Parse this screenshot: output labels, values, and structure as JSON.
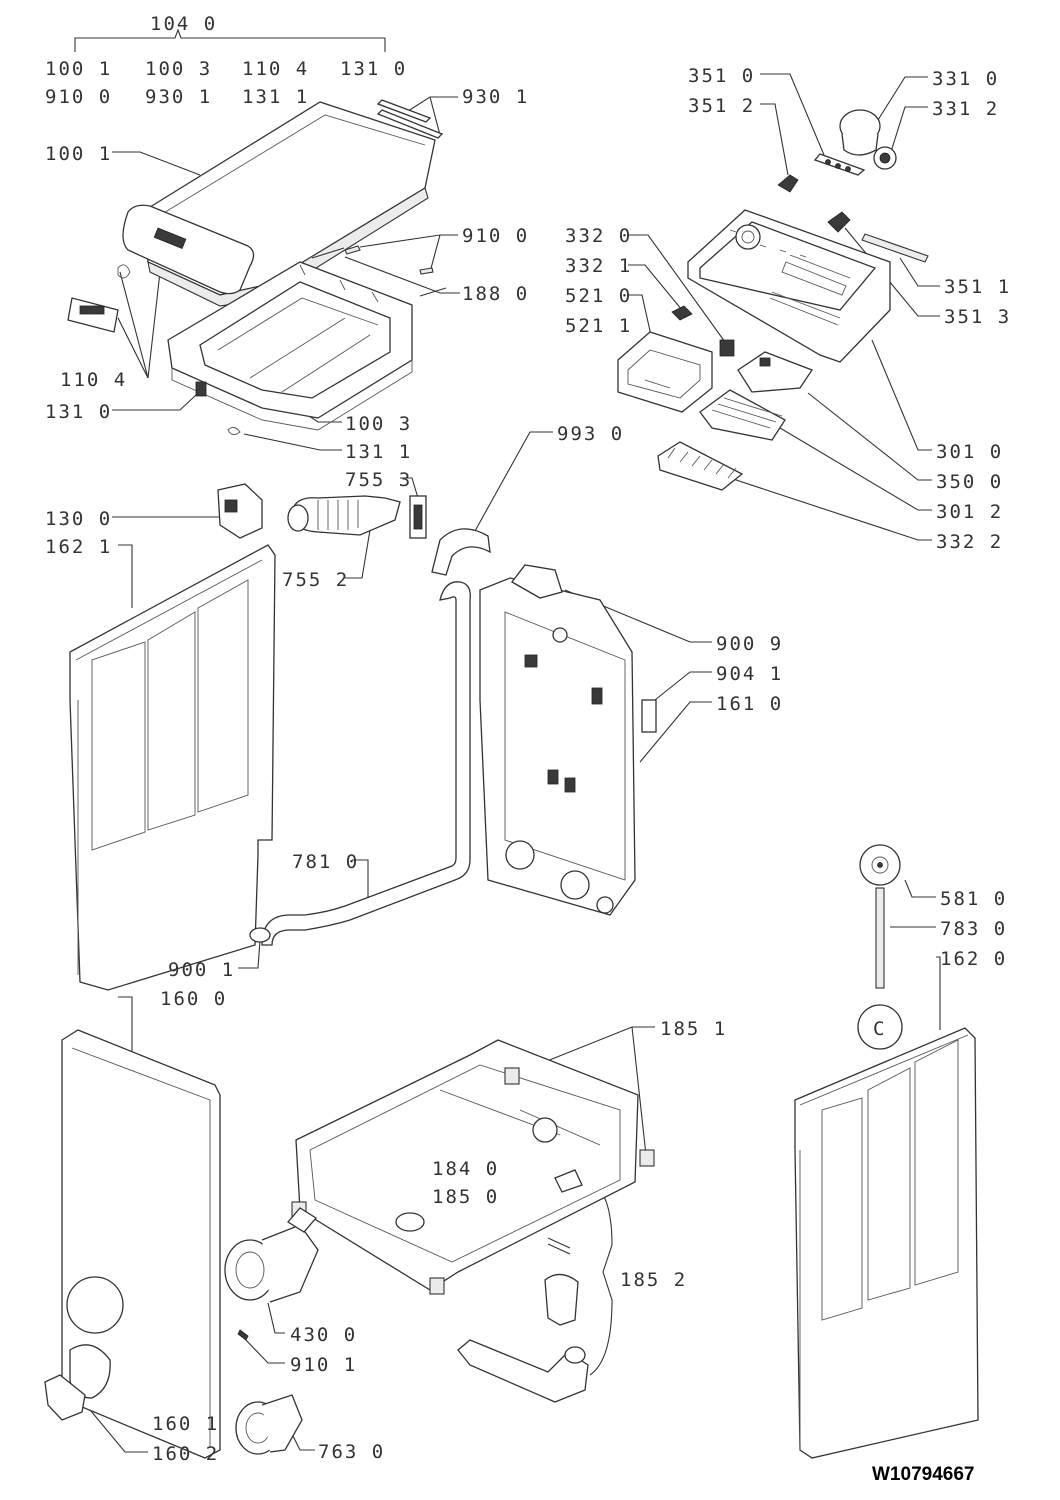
{
  "document_code": "W10794667",
  "labels": {
    "l1040": "104 0",
    "l1001a": "100 1",
    "l1003a": "100 3",
    "l1104a": "110 4",
    "l1310a": "131 0",
    "l9100a": "910 0",
    "l9301a": "930 1",
    "l1311a": "131 1",
    "l9301b": "930 1",
    "l1001b": "100 1",
    "l9100b": "910 0",
    "l1880": "188 0",
    "l1104b": "110 4",
    "l1310b": "131 0",
    "l1003b": "100 3",
    "l1311b": "131 1",
    "l7553": "755 3",
    "l1300": "130 0",
    "l1621": "162 1",
    "l7552": "755 2",
    "l9930": "993 0",
    "l3510": "351 0",
    "l3512": "351 2",
    "l3310": "331 0",
    "l3312": "331 2",
    "l3320": "332 0",
    "l3321": "332 1",
    "l5210": "521 0",
    "l5211": "521 1",
    "l3511": "351 1",
    "l3513": "351 3",
    "l3010": "301 0",
    "l3500": "350 0",
    "l3012": "301 2",
    "l3322": "332 2",
    "l9009": "900 9",
    "l9041": "904 1",
    "l1610": "161 0",
    "l7810": "781 0",
    "l9001": "900 1",
    "l5810": "581 0",
    "l7830": "783 0",
    "l1620": "162 0",
    "l1600": "160 0",
    "l1851": "185 1",
    "l1840": "184 0",
    "l1850": "185 0",
    "l4300": "430 0",
    "l9101": "910 1",
    "l1852": "185 2",
    "l1601": "160 1",
    "l1602": "160 2",
    "l7630": "763 0",
    "c_mark": "C"
  }
}
